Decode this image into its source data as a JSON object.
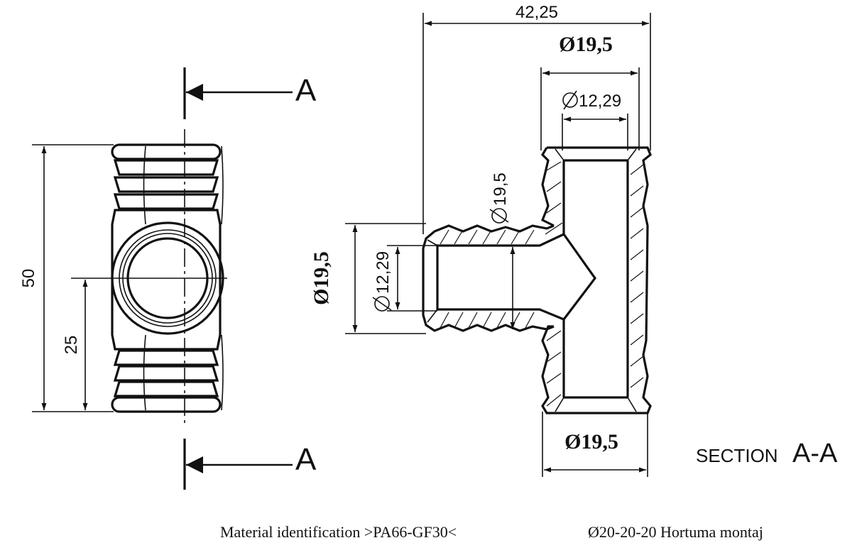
{
  "front_view": {
    "section_marker_top": "A",
    "section_marker_bottom": "A",
    "dim_height_total": "50",
    "dim_height_half": "25"
  },
  "section_view": {
    "dim_overall_width": "42,25",
    "dim_top_outer": "Ø19,5",
    "dim_top_inner": "12,29",
    "dim_branch_inner_dia": "19,5",
    "dim_left_outer": "Ø19,5",
    "dim_left_inner": "12,29",
    "dim_bottom_outer": "Ø19,5",
    "section_label_prefix": "SECTION",
    "section_label_id": "A-A"
  },
  "footer": {
    "material_text": "Material identification >PA66-GF30<",
    "product_text": "Ø20-20-20  Hortuma montaj"
  },
  "colors": {
    "ink": "#111111",
    "background": "#ffffff"
  }
}
